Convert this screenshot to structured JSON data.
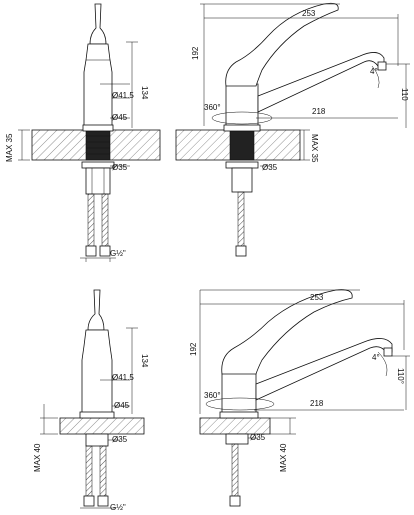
{
  "top": {
    "front": {
      "diameters": [
        "Ø41.5",
        "Ø45",
        "Ø35"
      ],
      "height": "134",
      "max_thickness": "MAX 35",
      "thread": "G½\""
    },
    "side": {
      "reach": "253",
      "height": "192",
      "rotation": "360°",
      "spout_length": "218",
      "spout_height": "110",
      "tilt": "4°",
      "max_thickness": "MAX 35",
      "diameter": "Ø35"
    }
  },
  "bottom": {
    "front": {
      "diameters": [
        "Ø41.5",
        "Ø45",
        "Ø35"
      ],
      "height": "134",
      "max_thickness": "MAX 40",
      "thread": "G½\""
    },
    "side": {
      "reach": "253",
      "height": "192",
      "rotation": "360°",
      "spout_length": "218",
      "spout_height": "110°",
      "tilt": "4°",
      "max_thickness": "MAX 40",
      "diameter": "Ø35"
    }
  }
}
